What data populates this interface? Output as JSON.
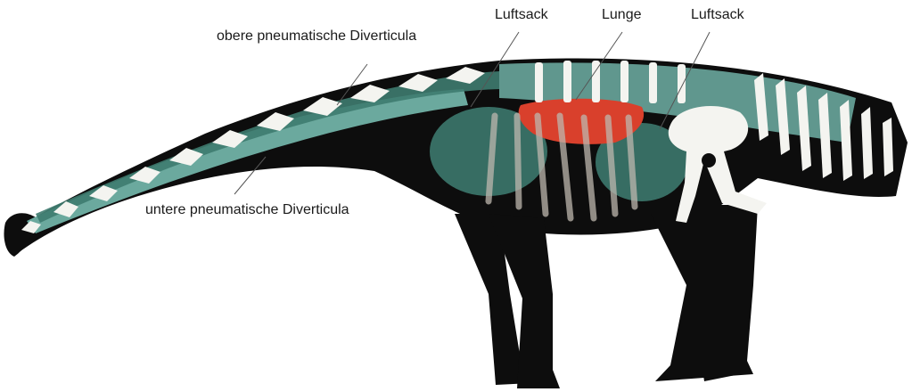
{
  "labels": {
    "upper_diverticula": "obere pneumatische Diverticula",
    "air_sac_front": "Luftsack",
    "lung": "Lunge",
    "air_sac_rear": "Luftsack",
    "lower_diverticula": "untere pneumatische Diverticula"
  },
  "colors": {
    "body": "#0d0d0d",
    "air_sac": "#3e7b6f",
    "diverticula": "#7cc6b9",
    "lung": "#d9402c",
    "bone": "#f4f4f0",
    "leader_line": "#555555"
  }
}
